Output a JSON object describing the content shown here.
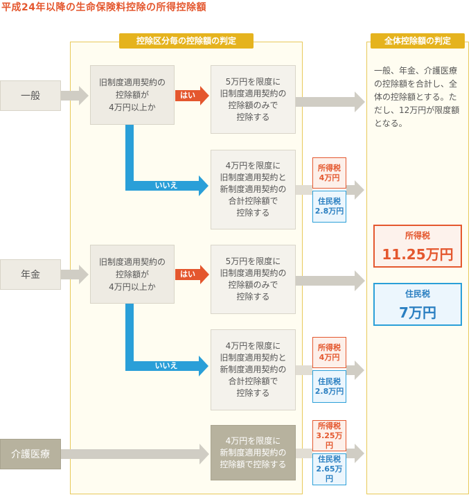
{
  "title": "平成24年以降の生命保険料控除の所得控除額",
  "headers": {
    "left": "控除区分毎の控除額の判定",
    "right": "全体控除額の判定"
  },
  "categories": {
    "general": "一般",
    "pension": "年金",
    "care": "介護医療"
  },
  "question": "旧制度適用契約の\n控除額が\n4万円以上か",
  "labels": {
    "yes": "はい",
    "no": "いいえ"
  },
  "results": {
    "old_only": "5万円を限度に\n旧制度適用契約の\n控除額のみで\n控除する",
    "combined": "4万円を限度に\n旧制度適用契約と\n新制度適用契約の\n合計控除額で\n控除する",
    "care": "4万円を限度に\n新制度適用契約の\n控除額で控除する"
  },
  "badges": {
    "general_income": "所得税\n4万円",
    "general_resident": "住民税\n2.8万円",
    "pension_income": "所得税\n4万円",
    "pension_resident": "住民税\n2.8万円",
    "care_income": "所得税\n3.25万円",
    "care_resident": "住民税\n2.65万円"
  },
  "note": "一般、年金、介護医療の控除額を合計し、全体の控除額とする。ただし、12万円が限度額となる。",
  "totals": {
    "income_label": "所得税",
    "income_value": "11.25万円",
    "resident_label": "住民税",
    "resident_value": "7万円"
  },
  "colors": {
    "orange": "#e4572e",
    "blue": "#2a9fd8",
    "gold": "#e5b31e",
    "gray": "#d0cdc4"
  }
}
